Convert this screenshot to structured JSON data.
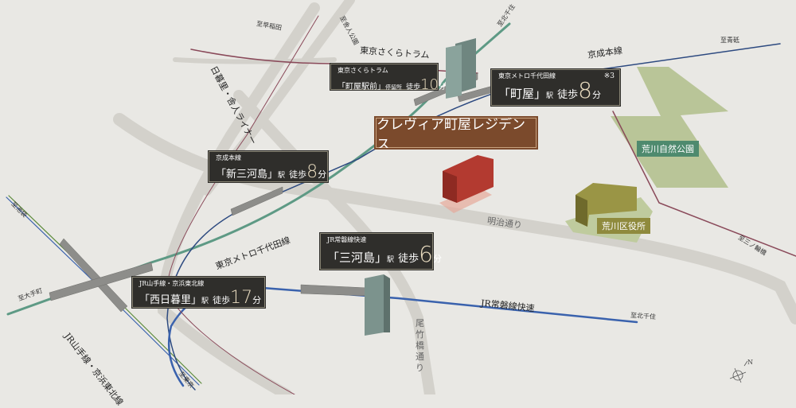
{
  "property": {
    "name": "クレヴィア町屋レジデンス",
    "color": "#7b4a2c"
  },
  "stations": [
    {
      "line": "東京さくらトラム",
      "name": "「町屋駅前」",
      "suffix": "停留所",
      "walk": "徒歩",
      "minutes": "10",
      "unit": "分"
    },
    {
      "line": "東京メトロ千代田線",
      "name": "「町屋」",
      "suffix": "駅",
      "walk": "徒歩",
      "minutes": "8",
      "unit": "分",
      "note": "※3"
    },
    {
      "line": "京成本線",
      "name": "「新三河島」",
      "suffix": "駅",
      "walk": "徒歩",
      "minutes": "8",
      "unit": "分"
    },
    {
      "line": "JR常磐線快速",
      "name": "「三河島」",
      "suffix": "駅",
      "walk": "徒歩",
      "minutes": "6",
      "unit": "分"
    },
    {
      "line": "JR山手線・京浜東北線",
      "name": "「西日暮里」",
      "suffix": "駅",
      "walk": "徒歩",
      "minutes": "17",
      "unit": "分"
    }
  ],
  "landmarks": {
    "park": "荒川自然公園",
    "ward_office": "荒川区役所"
  },
  "lines": {
    "tram": "東京さくらトラム",
    "keisei": "京成本線",
    "chiyoda": "東京メトロ千代田線",
    "joban": "JR常磐線快速",
    "yamanote": "JR山手線・京浜東北線",
    "liner": "日暮里・舎人ライナー"
  },
  "roads": {
    "meiji": "明治通り",
    "odake": "尾竹橋通り"
  },
  "directions": {
    "waseda": "至早稲田",
    "toneri": "至舎人公園",
    "kitasenju_top": "至北千住",
    "aoto": "至青砥",
    "ikebukuro": "至池袋",
    "otemachi": "至大手町",
    "tokyo": "至東京",
    "minowabashi": "至三ノ輪橋",
    "kitasenju_bottom": "至北千住"
  },
  "compass": {
    "label": "N",
    "icon": "compass-icon"
  },
  "colors": {
    "background": "#e9e8e4",
    "road": "#d3d1cb",
    "chiyoda": "#5e9a85",
    "keisei": "#2d4a80",
    "joban": "#3a62ad",
    "tram": "#8a4a5a",
    "park": "#b9c598",
    "park_label": "#4e8a6e",
    "ward_label": "#8f8a3d"
  }
}
